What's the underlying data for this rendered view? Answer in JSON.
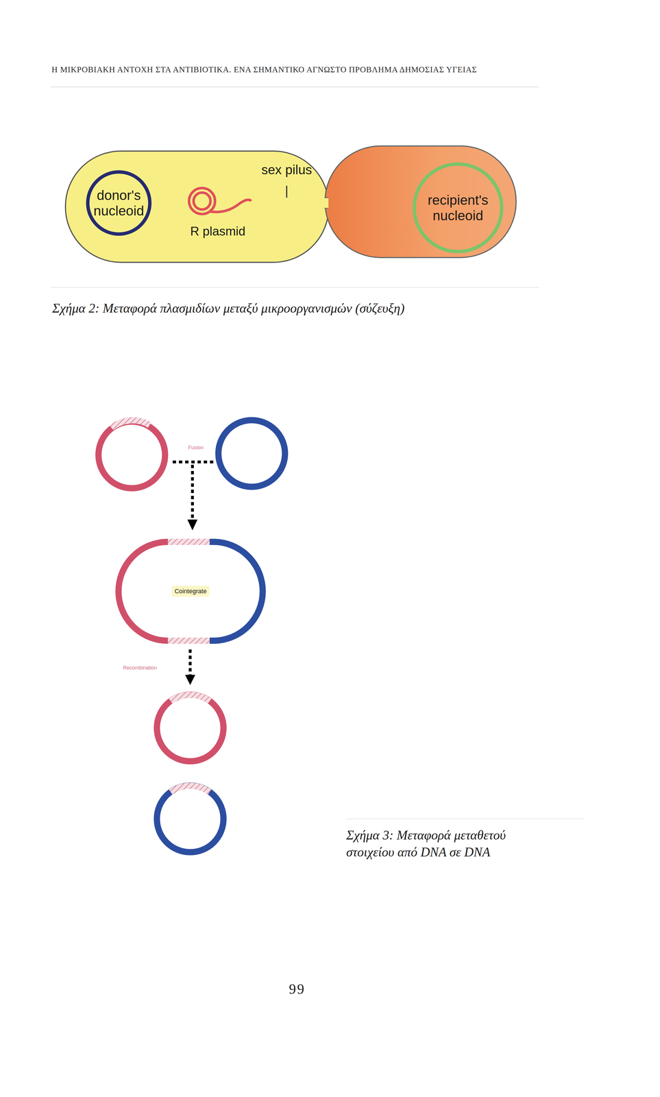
{
  "diagram": {
    "caption": "Σχήμα 2: Μεταφορά πλασμιδίων μεταξύ μικροοργανισμών (σύζευξη)",
    "nodes": [
      {
        "text": [
          "donor's nucleoid"
        ]
      },
      {
        "text": [
          "recipient's nucleoid"
        ]
      },
      {
        "text": [
          "Cointegrate"
        ]
      }
    ],
    "labels": [
      "Η ΜΙΚΡΟΒΙΑΚΗ ΑΝΤΟΧΗ ΣΤΑ ΑΝΤΙΒΙΟΤΙΚΑ. ΕΝΑ ΣΗΜΑΝΤΙΚΟ ΑΓΝΩΣΤΟ ΠΡΟΒΛΗΜΑ ΔΗΜΟΣΙΑΣ ΥΓΕΙΑΣ",
      "sex pilus",
      "R plasmid",
      "Fusion",
      "Recombination",
      "Σχήμα 3: Μεταφορά μεταθετού στοιχείου από DNA σε DNA",
      "99"
    ]
  }
}
